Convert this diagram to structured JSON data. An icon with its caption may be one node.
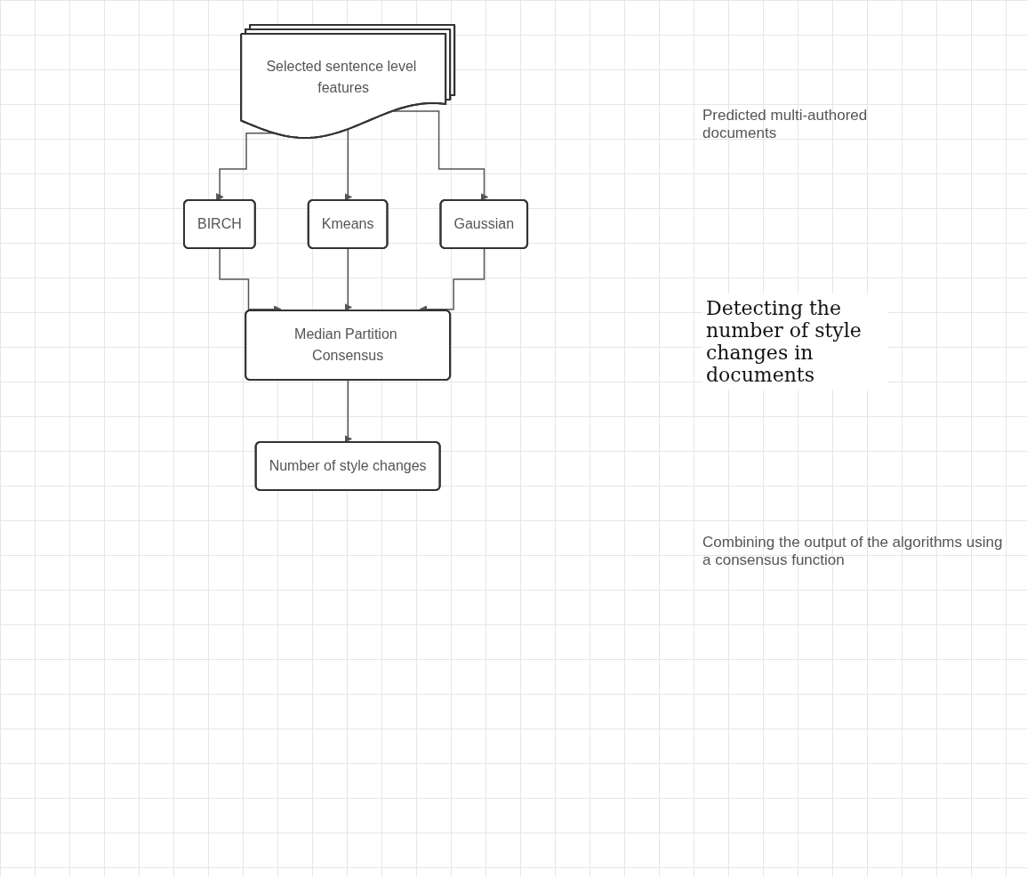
{
  "diagram": {
    "nodes": [
      {
        "text": [
          "Selected sentence level features"
        ]
      },
      {
        "text": [
          "BIRCH"
        ]
      },
      {
        "text": [
          "Kmeans"
        ]
      },
      {
        "text": [
          "Gaussian"
        ]
      },
      {
        "text": [
          "Median Partition Consensus"
        ]
      },
      {
        "text": [
          "Number of style changes"
        ]
      }
    ],
    "edges": [
      {
        "from": 0,
        "to": 1,
        "arrow": "to"
      },
      {
        "from": 0,
        "to": 2,
        "arrow": "to"
      },
      {
        "from": 0,
        "to": 3,
        "arrow": "to"
      },
      {
        "from": 1,
        "to": 4,
        "arrow": "to"
      },
      {
        "from": 2,
        "to": 4,
        "arrow": "to"
      },
      {
        "from": 3,
        "to": 4,
        "arrow": "to"
      },
      {
        "from": 4,
        "to": 5,
        "arrow": "to"
      }
    ],
    "labels": [
      "Predicted multi-authored documents",
      "Detecting the number of style changes in documents",
      "Combining the output of the algorithms using a consensus function"
    ]
  }
}
